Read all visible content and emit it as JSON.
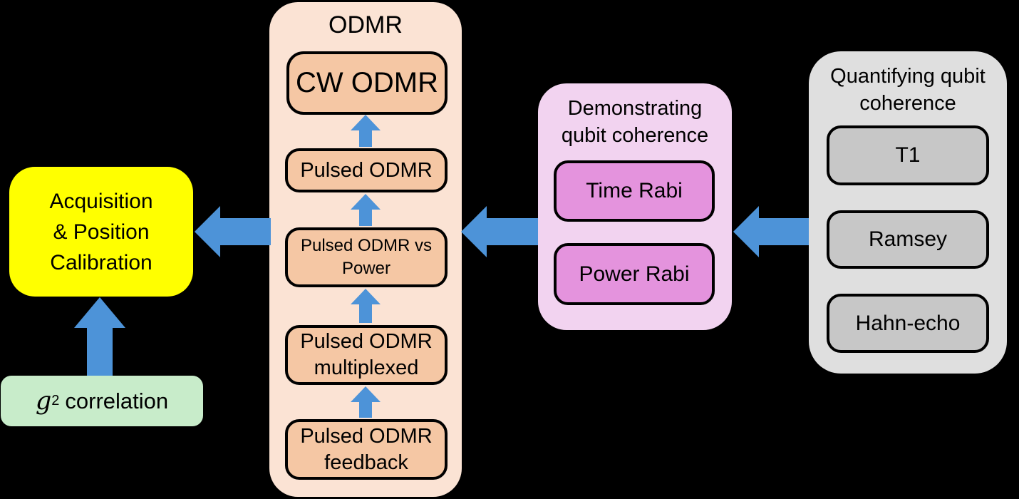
{
  "colors": {
    "background": "#000000",
    "arrow": "#4D93D8",
    "acquisition_fill": "#FFFF00",
    "g2_fill": "#C8ECCA",
    "odmr_container_fill": "#FBE3D4",
    "odmr_item_fill": "#F5C7A4",
    "demo_container_fill": "#F2D3F0",
    "demo_item_fill": "#E493DD",
    "quant_container_fill": "#DFDFDF",
    "quant_item_fill": "#C7C7C7",
    "outline": "#000000",
    "text": "#000000"
  },
  "nodes": {
    "acquisition": {
      "lines": [
        "Acquisition",
        "& Position",
        "Calibration"
      ]
    },
    "g2": {
      "symbol": "g",
      "superscript": "2",
      "rest": "correlation"
    }
  },
  "groups": {
    "odmr": {
      "title": "ODMR",
      "items": [
        "CW ODMR",
        "Pulsed ODMR",
        "Pulsed ODMR vs Power",
        "Pulsed ODMR multiplexed",
        "Pulsed ODMR feedback"
      ]
    },
    "demo": {
      "title": "Demonstrating qubit coherence",
      "items": [
        "Time Rabi",
        "Power Rabi"
      ]
    },
    "quant": {
      "title": "Quantifying qubit coherence",
      "items": [
        "T1",
        "Ramsey",
        "Hahn-echo"
      ]
    }
  }
}
